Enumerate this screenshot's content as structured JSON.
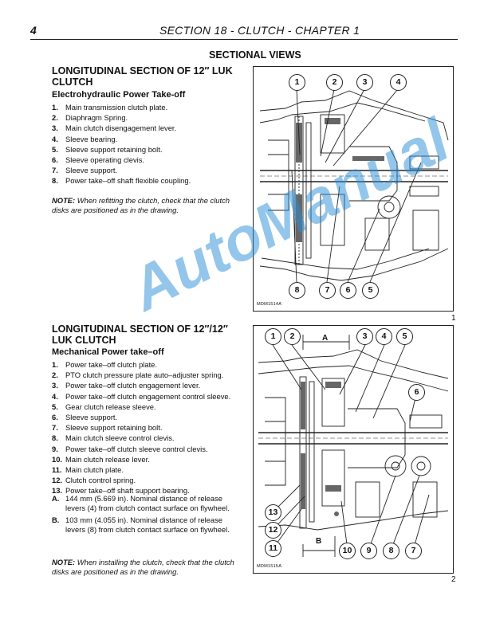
{
  "header": {
    "page_number": "4",
    "title": "SECTION 18 - CLUTCH - CHAPTER 1"
  },
  "section_title": "SECTIONAL VIEWS",
  "top": {
    "heading": "LONGITUDINAL SECTION OF 12″ LUK CLUTCH",
    "subheading": "Electrohydraulic Power Take-off",
    "items": [
      {
        "n": "1.",
        "t": "Main transmission clutch plate."
      },
      {
        "n": "2.",
        "t": "Diaphragm Spring."
      },
      {
        "n": "3.",
        "t": "Main clutch disengagement lever."
      },
      {
        "n": "4.",
        "t": "Sleeve bearing."
      },
      {
        "n": "5.",
        "t": "Sleeve support retaining bolt."
      },
      {
        "n": "6.",
        "t": "Sleeve operating clevis."
      },
      {
        "n": "7.",
        "t": "Sleeve support."
      },
      {
        "n": "8.",
        "t": "Power take–off shaft flexible coupling."
      }
    ],
    "note_label": "NOTE:",
    "note_text": " When refitting the clutch, check that the clutch disks are positioned as in the drawing.",
    "figure": {
      "callouts_top": [
        "1",
        "2",
        "3",
        "4"
      ],
      "callouts_bottom": [
        "8",
        "7",
        "6",
        "5"
      ],
      "ref": "MDM1514A",
      "number": "1"
    }
  },
  "bottom": {
    "heading": "LONGITUDINAL SECTION OF 12″/12″ LUK CLUTCH",
    "subheading": "Mechanical Power take–off",
    "items": [
      {
        "n": "1.",
        "t": "Power take–off clutch plate."
      },
      {
        "n": "2.",
        "t": "PTO clutch pressure plate auto–adjuster spring."
      },
      {
        "n": "3.",
        "t": "Power take–off clutch engagement lever."
      },
      {
        "n": "4.",
        "t": "Power take–off clutch engagement control sleeve."
      },
      {
        "n": "5.",
        "t": "Gear clutch release sleeve."
      },
      {
        "n": "6.",
        "t": "Sleeve support."
      },
      {
        "n": "7.",
        "t": "Sleeve support retaining bolt."
      },
      {
        "n": "8.",
        "t": "Main clutch sleeve control clevis."
      },
      {
        "n": "9.",
        "t": "Power take–off clutch sleeve control clevis."
      },
      {
        "n": "10.",
        "t": "Main clutch release lever."
      },
      {
        "n": "11.",
        "t": "Main clutch plate."
      },
      {
        "n": "12.",
        "t": "Clutch control spring."
      },
      {
        "n": "13.",
        "t": "Power take–off shaft support bearing."
      }
    ],
    "dims": [
      {
        "n": "A.",
        "t": "144 mm (5.669 in). Nominal distance of release levers  (4) from clutch contact surface on flywheel."
      },
      {
        "n": "B.",
        "t": "103 mm (4.055 in). Nominal distance of release levers (8) from clutch contact surface on flywheel."
      }
    ],
    "note_label": "NOTE:",
    "note_text": " When installing the clutch, check that the clutch disks are positioned as in the drawing.",
    "figure": {
      "callouts_top": [
        "1",
        "2",
        "3",
        "4",
        "5"
      ],
      "callout_6": "6",
      "callouts_left": [
        "13",
        "12",
        "11"
      ],
      "callouts_bottom": [
        "10",
        "9",
        "8",
        "7"
      ],
      "dim_a": "A",
      "dim_b": "B",
      "ref": "MDM1515A",
      "number": "2"
    }
  },
  "watermark": "AutoManual"
}
